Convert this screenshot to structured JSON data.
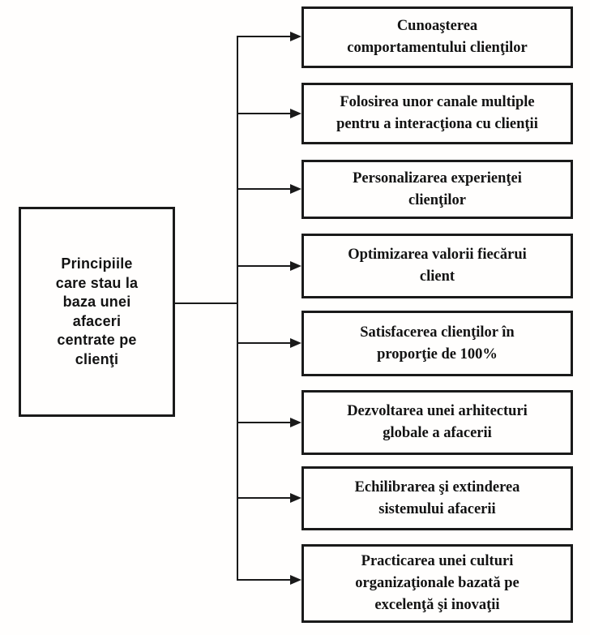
{
  "diagram": {
    "root": {
      "label": "Principiile\ncare stau la\nbaza unei\nafaceri\ncentrate pe\nclienţi"
    },
    "principles": [
      {
        "label": "Cunoaşterea\ncomportamentului clienţilor"
      },
      {
        "label": "Folosirea unor canale multiple\npentru a interacţiona cu clienţii"
      },
      {
        "label": "Personalizarea experienţei\nclienţilor"
      },
      {
        "label": "Optimizarea valorii fiecărui\nclient"
      },
      {
        "label": "Satisfacerea clienţilor în\nproporţie de 100%"
      },
      {
        "label": "Dezvoltarea unei arhitecturi\nglobale a afacerii"
      },
      {
        "label": "Echilibrarea şi extinderea\nsistemului afacerii"
      },
      {
        "label": "Practicarea unei culturi\norganizaţionale bazată pe\nexcelenţă şi inovaţii"
      }
    ],
    "colors": {
      "ink": "#1a1a1a",
      "paper": "#fffefd"
    }
  }
}
